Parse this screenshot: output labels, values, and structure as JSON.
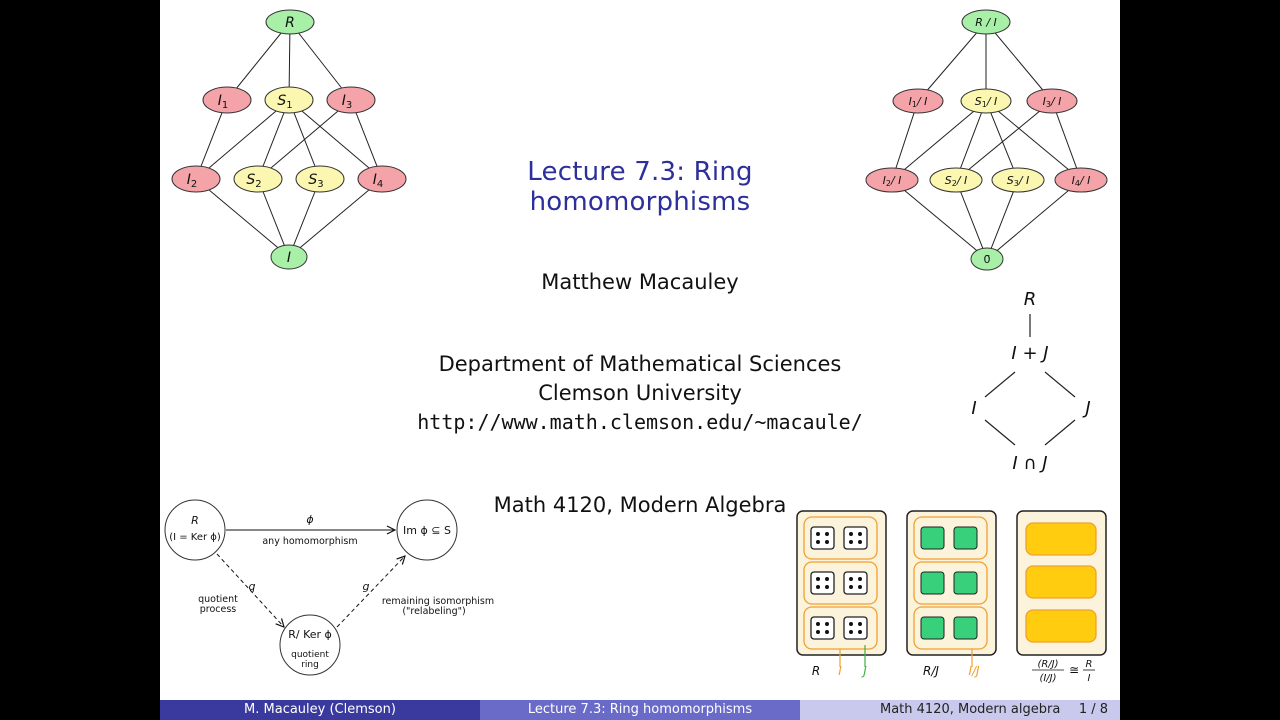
{
  "title": "Lecture 7.3: Ring homomorphisms",
  "author": "Matthew Macauley",
  "department": "Department of Mathematical Sciences",
  "university": "Clemson University",
  "url": "http://www.math.clemson.edu/~macaule/",
  "course": "Math 4120, Modern Algebra",
  "lattice_left": {
    "top": "R",
    "row1": [
      "I",
      "S",
      "I"
    ],
    "row1_sub": [
      "1",
      "1",
      "3"
    ],
    "row2": [
      "I",
      "S",
      "S",
      "I"
    ],
    "row2_sub": [
      "2",
      "2",
      "3",
      "4"
    ],
    "bottom": "I"
  },
  "lattice_right": {
    "top": "R / I",
    "row1_sub": [
      "1",
      "1",
      "3"
    ],
    "row2_sub": [
      "2",
      "2",
      "3",
      "4"
    ],
    "quot": "/ I",
    "bottom": "0̄"
  },
  "diamond": {
    "top": "R",
    "upper": "I + J",
    "left": "I",
    "right": "J",
    "bottom": "I ∩ J"
  },
  "diagram": {
    "r_node": "R",
    "r_sub": "(I = Ker ϕ)",
    "im_node": "Im ϕ ⊆ S",
    "phi": "ϕ",
    "phi_caption": "any homomorphism",
    "q": "q",
    "q_caption": [
      "quotient",
      "process"
    ],
    "g": "g",
    "g_caption": [
      "remaining isomorphism",
      "(\"relabeling\")"
    ],
    "quot_node": "R/ Ker ϕ",
    "quot_caption": [
      "quotient",
      "ring"
    ]
  },
  "boxes": {
    "box1_labels": [
      "R",
      "I",
      "J"
    ],
    "box2_labels": [
      "R/J",
      "I/J"
    ],
    "box3_label": {
      "lhs_num": "(R/J)",
      "lhs_den": "(I/J)",
      "rel": "≅",
      "rhs_num": "R",
      "rhs_den": "I"
    }
  },
  "colors": {
    "red_node": "#f4a4a8",
    "yellow_node": "#fbf6b0",
    "green_node": "#a8f0a8",
    "orange": "#f0a030",
    "green_fill": "#38d07a",
    "gold_fill": "#ffcc10",
    "title_blue": "#2d2f9a",
    "ideal_green": "#40b040"
  },
  "footer": {
    "author": "M. Macauley (Clemson)",
    "title": "Lecture 7.3: Ring homomorphisms",
    "course": "Math 4120, Modern algebra",
    "page": "1 / 8"
  }
}
